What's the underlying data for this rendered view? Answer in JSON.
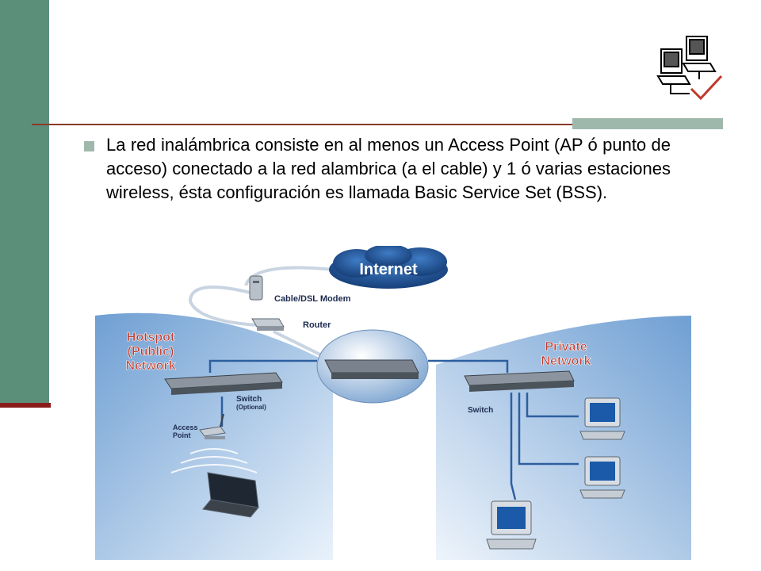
{
  "slide": {
    "colors": {
      "side_bar": "#5b8f7a",
      "accent_red": "#8b1c1c",
      "accent_green": "#9fb8ac",
      "label_red": "#c0392b"
    },
    "logo_icon": "network-computers-icon",
    "bullet_text": "La red inalámbrica consiste en al menos un Access Point (AP ó punto de acceso) conectado a la red alambrica (a el cable) y 1 ó varias estaciones wireless, ésta configuración es llamada Basic Service Set (BSS)."
  },
  "diagram": {
    "internet_label": "Internet",
    "modem_label": "Cable/DSL Modem",
    "router_label": "Router",
    "hotspot_lines": [
      "Hotspot",
      "(Public)",
      "Network"
    ],
    "private_lines": [
      "Private",
      "Network"
    ],
    "switch_label_left": "Switch",
    "switch_optional": "(Optional)",
    "access_point_lines": [
      "Access",
      "Point"
    ],
    "switch_label_right": "Switch"
  }
}
